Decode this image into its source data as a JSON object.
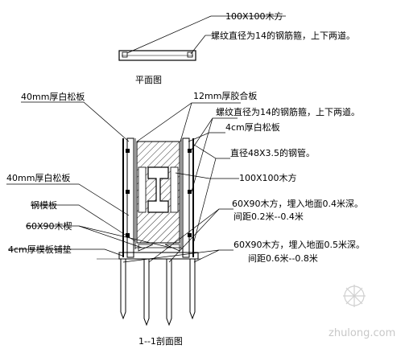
{
  "plan": {
    "caption": "平面图",
    "labels": {
      "timber": "100X100木方",
      "rebar": "螺纹直径为14的钢筋箍，上下两道。"
    }
  },
  "section": {
    "caption": "1--1剖面图",
    "labels": {
      "pine_left_top": "40mm厚白松板",
      "plywood": "12mm厚胶合板",
      "rebar": "螺纹直径为14的钢筋箍，上下两道。",
      "pine_right": "4cm厚白松板",
      "steel_pipe": "直径48X3.5的钢管。",
      "timber": "100X100木方",
      "pine_left_mid": "40mm厚白松板",
      "steel_form": "钢模板",
      "wood_wedge": "60X90木楔",
      "pad": "4cm厚模板铺垫",
      "stake1_line1": "60X90木方，埋入地面0.4米深。",
      "stake1_line2": "间距0.2米--0.4米",
      "stake2_line1": "60X90木方，埋入地面0.5米深。",
      "stake2_line2": "间距0.6米--0.8米"
    }
  },
  "watermark": {
    "text": "zhulong.com"
  }
}
